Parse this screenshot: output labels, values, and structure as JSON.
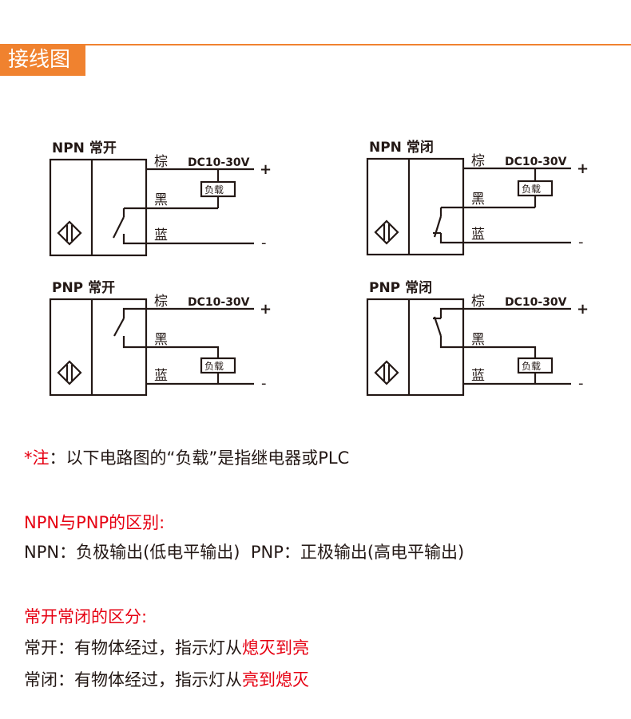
{
  "header": {
    "title": "接线图"
  },
  "diagrams": {
    "npn_no": {
      "title": "NPN 常开"
    },
    "npn_nc": {
      "title": "NPN 常闭"
    },
    "pnp_no": {
      "title": "PNP 常开"
    },
    "pnp_nc": {
      "title": "PNP 常闭"
    },
    "wire_brown": "棕",
    "wire_black": "黑",
    "wire_blue": "蓝",
    "voltage": "DC10-30V",
    "plus": "+",
    "minus": "-",
    "load": "负载"
  },
  "note": {
    "star": "*注",
    "text": "：以下电路图的“负载”是指继电器或PLC"
  },
  "npn_pnp": {
    "heading": "NPN与PNP的区别:",
    "text": "NPN：负极输出(低电平输出)  PNP：正极输出(高电平输出)"
  },
  "no_nc": {
    "heading": "常开常闭的区分:",
    "no_prefix": "常开：有物体经过，指示灯从",
    "no_red": "熄灭到亮",
    "nc_prefix": "常闭：有物体经过，指示灯从",
    "nc_red": "亮到熄灭"
  },
  "colors": {
    "accent": "#f0822f",
    "red": "#e60012"
  }
}
